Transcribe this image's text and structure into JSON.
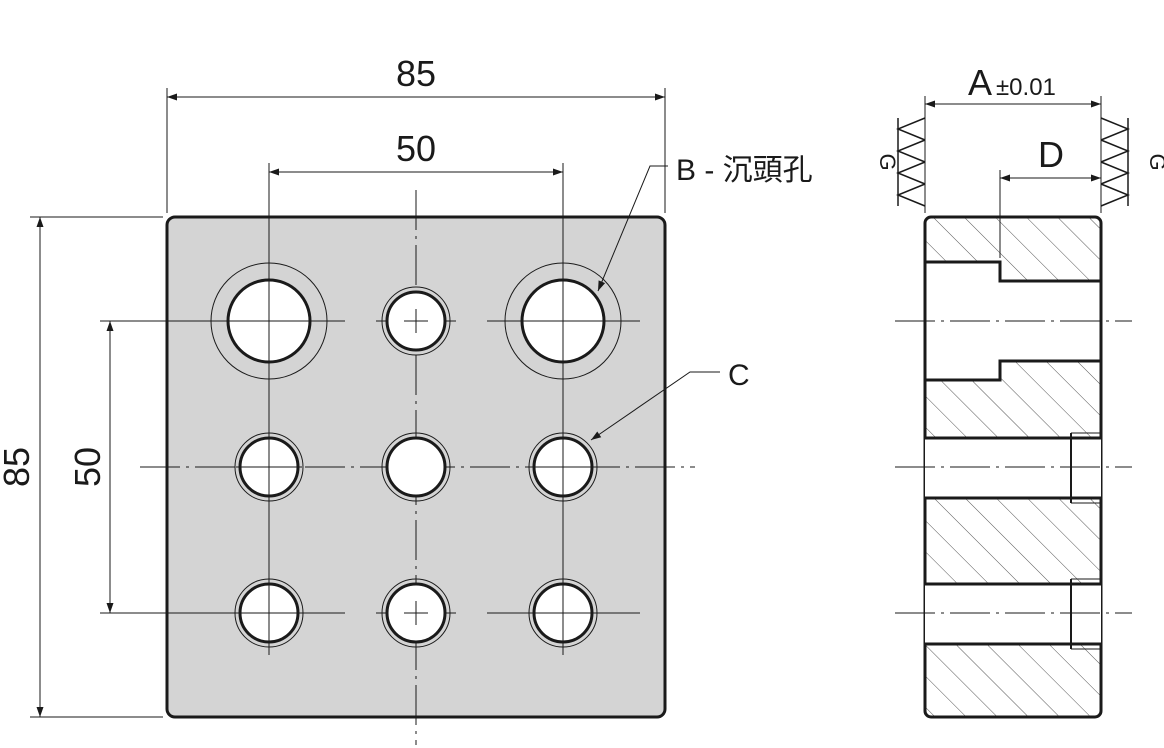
{
  "front_view": {
    "width_dim": "85",
    "hole_pitch_dim": "50",
    "height_dim": "85",
    "vertical_pitch_dim": "50",
    "label_b": "B - 沉頭孔",
    "label_c": "C"
  },
  "side_view": {
    "thickness_dim": "A",
    "tolerance": "±0.01",
    "depth_dim": "D",
    "surface_mark_left": "G",
    "surface_mark_right": "G"
  },
  "colors": {
    "plate_fill": "#d4d4d4",
    "line": "#1a1a1a",
    "hole_fill": "#ffffff"
  }
}
